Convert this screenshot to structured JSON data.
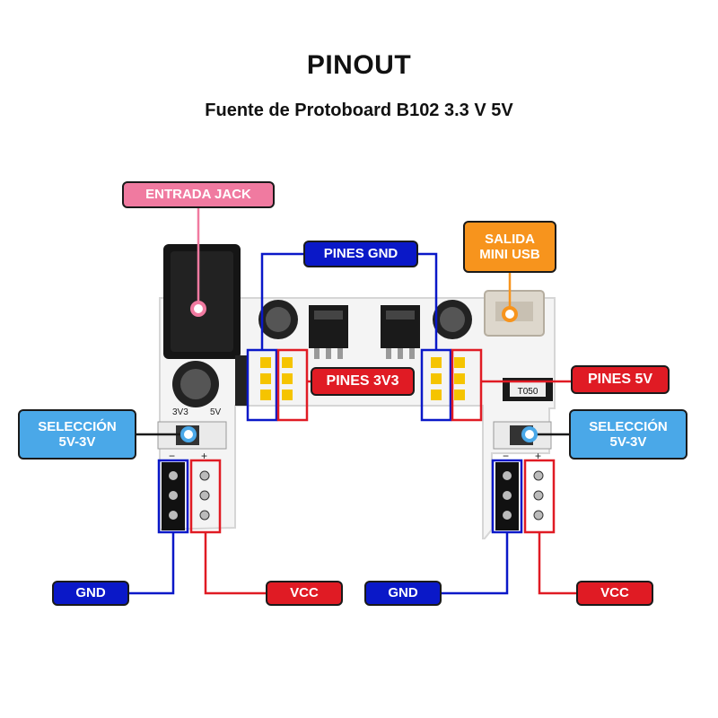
{
  "title": "PINOUT",
  "subtitle": "Fuente de Protoboard B102 3.3 V 5V",
  "labels": {
    "entrada_jack": "ENTRADA JACK",
    "pines_gnd": "PINES  GND",
    "salida_usb": "SALIDA\nMINI USB",
    "pines_3v3": "PINES  3V3",
    "pines_5v": "PINES  5V",
    "seleccion_left": "SELECCIÓN\n5V-3V",
    "seleccion_right": "SELECCIÓN\n5V-3V",
    "gnd_left": "GND",
    "vcc_left": "VCC",
    "gnd_right": "GND",
    "vcc_right": "VCC"
  },
  "board_marks": {
    "switch_3v3": "3V3",
    "switch_5v": "5V",
    "minus": "−",
    "plus": "+",
    "fuse": "T050"
  },
  "colors": {
    "gnd": "#0a18c8",
    "vcc": "#e01b24",
    "jack": "#f07aa0",
    "usb": "#f7941d",
    "selection": "#4aa8e8",
    "header_pins": "#f5c400"
  }
}
